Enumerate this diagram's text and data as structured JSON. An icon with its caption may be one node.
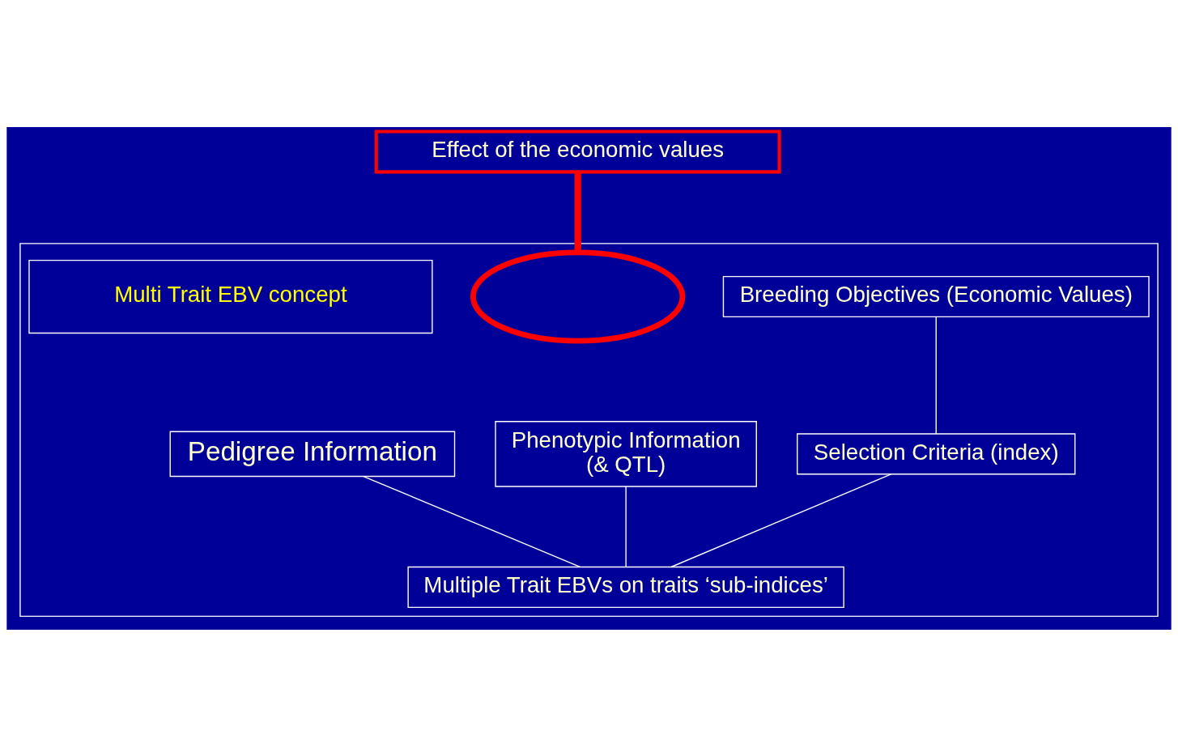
{
  "diagram": {
    "nodes": [
      {
        "text": [],
        "shape": "box"
      },
      {
        "text": [
          "Effect of the economic values"
        ]
      },
      {
        "text": [
          "Breeding Objectives (Economic Values)"
        ],
        "in": 0
      },
      {
        "text": [],
        "shape": "circle",
        "in": 0
      },
      {
        "text": [
          "Selection Criteria (index)"
        ],
        "in": 0
      },
      {
        "text": [
          "Phenotypic Information",
          "(& QTL)"
        ],
        "in": 0
      },
      {
        "text": [
          "Multiple Trait EBVs on traits ‘sub-indices’"
        ],
        "in": 0
      },
      {
        "text": [
          "Pedigree Information"
        ],
        "in": 0
      },
      {
        "text": [
          "Multi Trait EBV concept"
        ],
        "in": 0
      }
    ],
    "edges": [
      {
        "from": 1,
        "to": 3,
        "arrow": "none",
        "style": "thick",
        "color": "#ff0000"
      },
      {
        "from": 2,
        "to": 4,
        "arrow": "none"
      },
      {
        "from": 4,
        "to": 6,
        "arrow": "none"
      },
      {
        "from": 5,
        "to": 6,
        "arrow": "none"
      },
      {
        "from": 7,
        "to": 6,
        "arrow": "none"
      }
    ]
  }
}
